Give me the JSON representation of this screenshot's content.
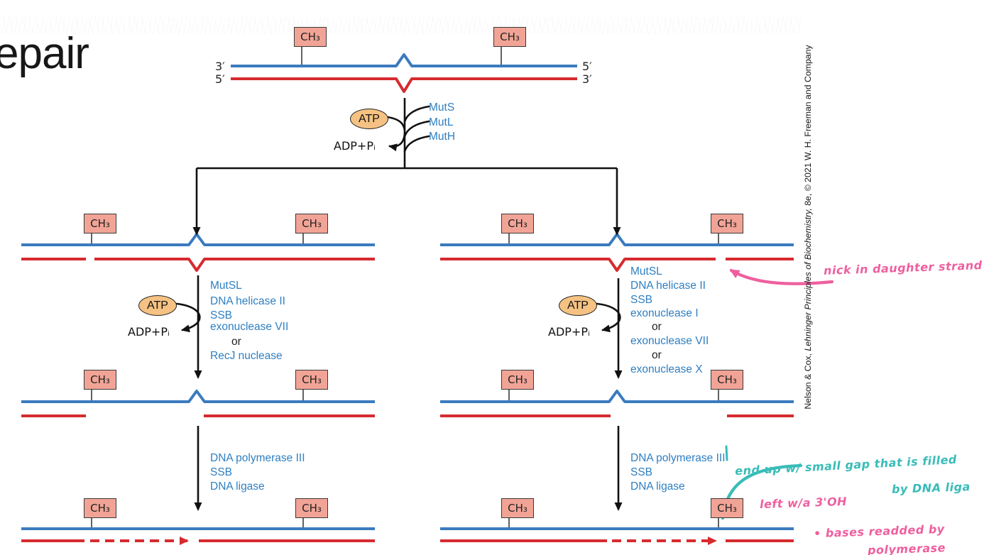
{
  "title": "epair",
  "top_duplex": {
    "left_top": "3′",
    "left_bottom": "5′",
    "right_top": "5′",
    "right_bottom": "3′"
  },
  "labels": {
    "ch3": "CH₃",
    "atp": "ATP",
    "adp": "ADP+Pᵢ"
  },
  "initiation_enzymes": [
    "MutS",
    "MutL",
    "MutH"
  ],
  "left_pathway": {
    "excision_enzymes": [
      "MutSL",
      "DNA helicase II",
      "SSB",
      "exonuclease VII",
      "or",
      "RecJ nuclease"
    ],
    "synthesis_enzymes": [
      "DNA polymerase III",
      "SSB",
      "DNA ligase"
    ]
  },
  "right_pathway": {
    "excision_enzymes": [
      "MutSL",
      "DNA helicase II",
      "SSB",
      "exonuclease I",
      "or",
      "exonuclease VII",
      "or",
      "exonuclease X"
    ],
    "synthesis_enzymes": [
      "DNA polymerase III",
      "SSB",
      "DNA ligase"
    ]
  },
  "attribution": {
    "prefix": "Nelson & Cox, ",
    "book": "Lehninger Principles of Biochemistry,",
    "suffix": " 8e, © 2021 W. H. Freeman and Company"
  },
  "annotations": {
    "nick": "nick in daughter strand",
    "gap_line1": "end up w/ small gap that is filled",
    "gap_line2": "by DNA liga",
    "oh": "left w/a 3'OH",
    "bases_line1": "• bases readded by",
    "bases_line2": "polymerase"
  },
  "colors": {
    "strand_blue": "#3b7bbf",
    "strand_red": "#d62b2f",
    "enzyme_blue": "#2e7fc2",
    "ch3_fill": "#f1a496",
    "atp_fill": "#f5c283",
    "hand_pink": "#ef5f9f",
    "hand_teal": "#39bcb8",
    "arrow_black": "#111111"
  }
}
